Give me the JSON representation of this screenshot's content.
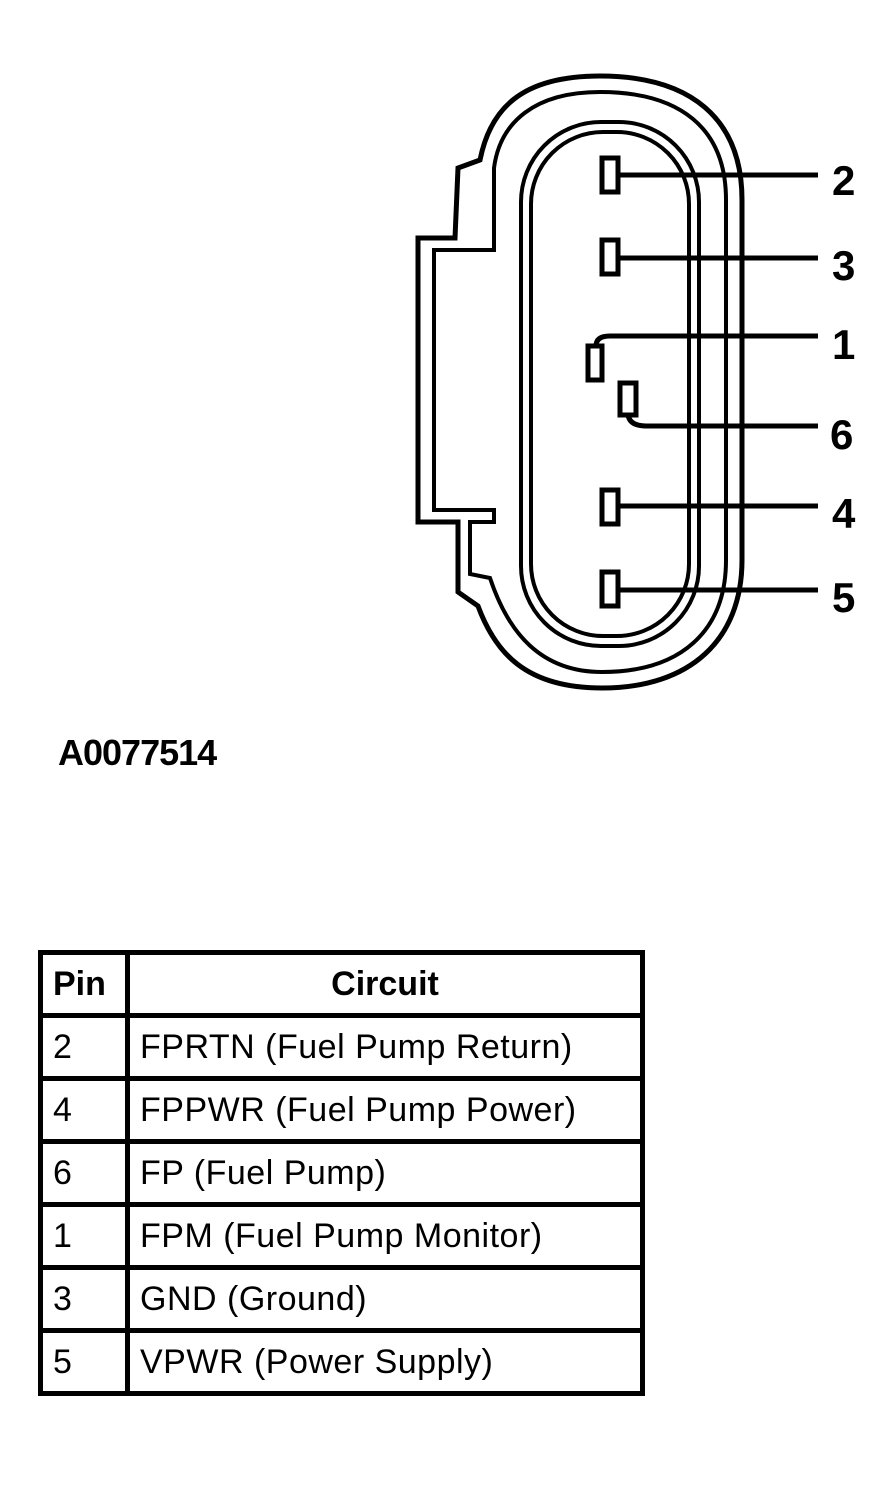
{
  "diagram": {
    "figure_id": "A0077514",
    "pin_labels": [
      "2",
      "3",
      "1",
      "6",
      "4",
      "5"
    ]
  },
  "table": {
    "headers": {
      "pin": "Pin",
      "circuit": "Circuit"
    },
    "rows": [
      {
        "pin": "2",
        "circuit": "FPRTN (Fuel Pump Return)"
      },
      {
        "pin": "4",
        "circuit": "FPPWR (Fuel Pump Power)"
      },
      {
        "pin": "6",
        "circuit": "FP (Fuel Pump)"
      },
      {
        "pin": "1",
        "circuit": "FPM (Fuel Pump Monitor)"
      },
      {
        "pin": "3",
        "circuit": "GND (Ground)"
      },
      {
        "pin": "5",
        "circuit": "VPWR (Power Supply)"
      }
    ]
  }
}
